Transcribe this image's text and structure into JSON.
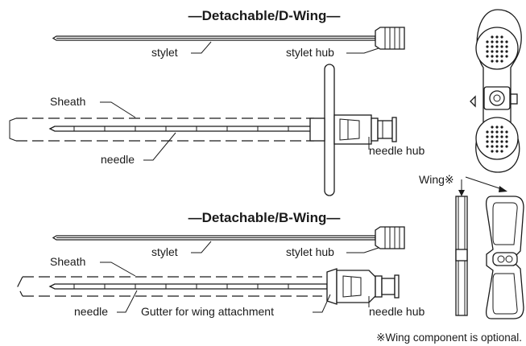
{
  "sections": [
    {
      "title": "—Detachable/D-Wing—",
      "labels": {
        "stylet": "stylet",
        "stylet_hub": "stylet hub",
        "sheath": "Sheath",
        "needle": "needle",
        "needle_hub": "needle hub"
      }
    },
    {
      "title": "—Detachable/B-Wing—",
      "labels": {
        "stylet": "stylet",
        "stylet_hub": "stylet hub",
        "sheath": "Sheath",
        "needle": "needle",
        "gutter": "Gutter for wing attachment",
        "needle_hub": "needle hub"
      }
    }
  ],
  "wing_label": "Wing※",
  "footnote": "※Wing component is optional."
}
